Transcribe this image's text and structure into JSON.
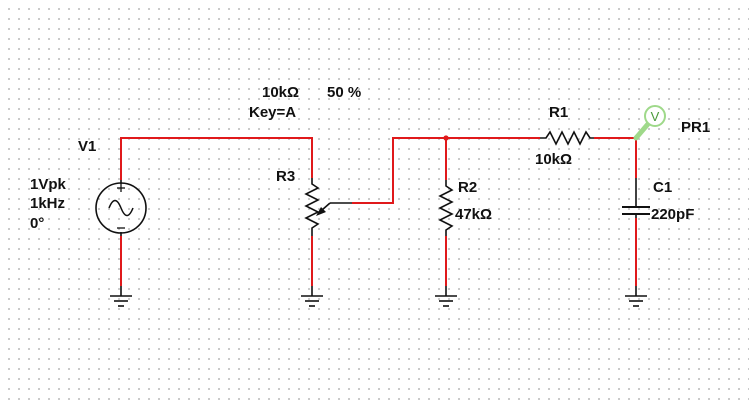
{
  "components": {
    "v1": {
      "name": "V1",
      "amplitude": "1Vpk",
      "frequency": "1kHz",
      "phase": "0°",
      "plus_sign": "+",
      "minus_sign": "−",
      "wave_glyph": "~"
    },
    "r3": {
      "name": "R3",
      "value": "10kΩ",
      "setting": "50 %",
      "key": "Key=A"
    },
    "r2": {
      "name": "R2",
      "value": "47kΩ"
    },
    "r1": {
      "name": "R1",
      "value": "10kΩ"
    },
    "c1": {
      "name": "C1",
      "value": "220pF"
    },
    "pr1": {
      "name": "PR1",
      "symbol": "V",
      "color": "#9fd98a"
    }
  },
  "colors": {
    "wire": "#e0191b",
    "component": "#111111",
    "junction": "#e0191b",
    "grid_dot": "#b8b8b8"
  }
}
